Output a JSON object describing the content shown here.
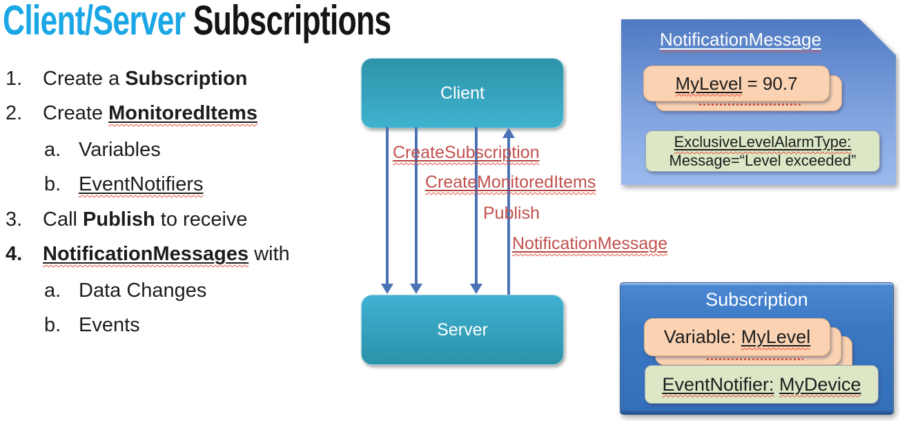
{
  "title": {
    "accent": "Client/Server",
    "rest": " Subscriptions"
  },
  "list": {
    "item1": {
      "num": "1.",
      "pre": "Create a ",
      "strong": "Subscription"
    },
    "item2": {
      "num": "2.",
      "pre": "Create ",
      "strong": "MonitoredItems"
    },
    "item2a": {
      "num": "a.",
      "text": "Variables"
    },
    "item2b": {
      "num": "b.",
      "text": "EventNotifiers"
    },
    "item3": {
      "num": "3.",
      "pre": "Call ",
      "strong": "Publish",
      "post": " to receive"
    },
    "item4": {
      "num": "4.",
      "strong": "NotificationMessages",
      "post": " with"
    },
    "item4a": {
      "num": "a.",
      "text": "Data Changes"
    },
    "item4b": {
      "num": "b.",
      "text": "Events"
    }
  },
  "diagram": {
    "client": "Client",
    "server": "Server",
    "messages": [
      {
        "label": "CreateSubscription"
      },
      {
        "label": "CreateMonitoredItems"
      },
      {
        "label": "Publish"
      },
      {
        "label": "NotificationMessage"
      }
    ]
  },
  "panels": {
    "notification": {
      "title": "NotificationMessage",
      "item_u": "MyLevel",
      "item_rest": " = 90.7",
      "alarm_line1": "ExclusiveLevelAlarmType:",
      "alarm_line2": "Message=“Level exceeded”"
    },
    "subscription": {
      "title": "Subscription",
      "var_pre": "Variable: ",
      "var_u": "MyLevel",
      "event_u1": "EventNotifier:",
      "event_sep": " ",
      "event_u2": "MyDevice"
    }
  },
  "colors": {
    "title_accent": "#1ba7e5",
    "node_teal": "#35a8c4",
    "arrow_blue": "#4c72b6",
    "message_red": "#c0504d",
    "panel_blue": "#4f7ac2",
    "card_peach": "#fbd3b3",
    "card_green": "#dce7c6",
    "squiggle_red": "#e74c3c"
  }
}
